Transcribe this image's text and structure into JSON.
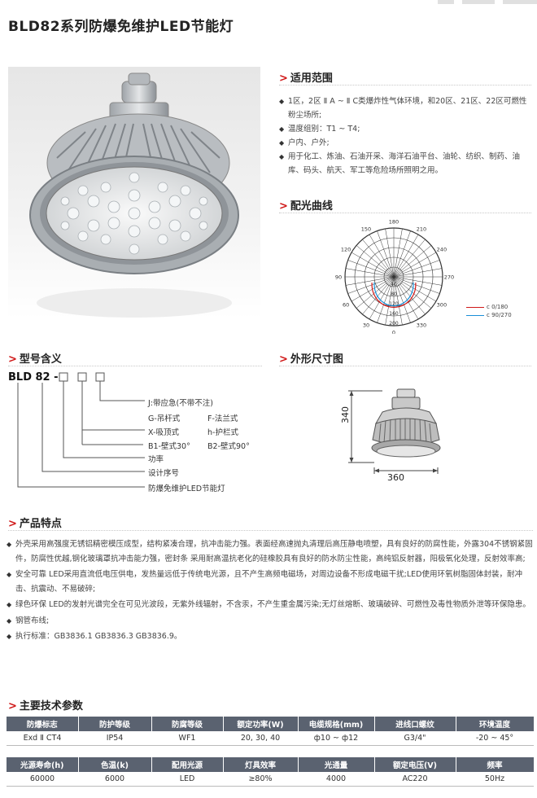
{
  "page_title": "BLD82系列防爆免维护LED节能灯",
  "sections": {
    "application": "适用范围",
    "light_curve": "配光曲线",
    "model_meaning": "型号含义",
    "dimensions": "外形尺寸图",
    "features": "产品特点",
    "parameters": "主要技术参数"
  },
  "application_items": [
    "1区，2区 Ⅱ A ~ Ⅱ C类爆炸性气体环境，和20区、21区、22区可燃性粉尘场所;",
    "温度组别：T1 ~ T4;",
    "户内、户外;",
    "用于化工、炼油、石油开采、海洋石油平台、油轮、纺织、制药、油库、码头、航天、军工等危险场所照明之用。"
  ],
  "light_curve": {
    "angle_labels": [
      "180",
      "210",
      "240",
      "270",
      "300",
      "330",
      "0",
      "30",
      "60",
      "90",
      "120",
      "150"
    ],
    "radial_labels": [
      "40",
      "80",
      "120",
      "160",
      "200"
    ],
    "legend": [
      "c 0/180",
      "c 90/270"
    ],
    "colors": {
      "c0": "#d01818",
      "c90": "#1a8fd8"
    }
  },
  "model": {
    "code": "BLD 82 -",
    "labels": {
      "emergency": "J:带应急(不带不注)",
      "pendant": "G-吊杆式",
      "flange": "F-法兰式",
      "ceiling": "X-吸顶式",
      "guard": "h-护栏式",
      "wall30": "B1-壁式30°",
      "wall90": "B2-壁式90°",
      "power": "功率",
      "design_no": "设计序号",
      "product": "防爆免维护LED节能灯"
    }
  },
  "dimensions": {
    "height": "340",
    "width": "360"
  },
  "features": [
    "外壳采用高强度无锈铝精密模压成型，结构紧凑合理，抗冲击能力强。表面经高速抛丸清理后高压静电喷塑，具有良好的防腐性能，外露304不锈钢紧固件，防腐性优越,钢化玻璃罩抗冲击能力强，密封条 采用耐高温抗老化的硅橡胶具有良好的防水防尘性能，高纯铝反射器，阳极氧化处理，反射效率高;",
    "安全可靠 LED采用直流低电压供电，发热量远低于传统电光源，且不产生高频电磁场，对周边设备不形成电磁干扰;LED使用环氧树脂固体封装，耐冲击、抗震动、不易破碎;",
    "绿色环保 LED的发射光谱完全在可见光波段，无紫外线辐射，不含汞，不产生重金属污染;无灯丝熔断、玻璃破碎、可燃性及毒性物质外泄等环保隐患。",
    "钢管布线;",
    "执行标准：GB3836.1  GB3836.3  GB3836.9。"
  ],
  "table1": {
    "headers": [
      "防爆标志",
      "防护等级",
      "防腐等级",
      "额定功率(W)",
      "电缆规格(mm)",
      "进线口螺纹",
      "环境温度"
    ],
    "row": [
      "Exd Ⅱ CT4",
      "IP54",
      "WF1",
      "20, 30, 40",
      "ф10 ~ ф12",
      "G3/4\"",
      "-20 ~ 45°"
    ]
  },
  "table2": {
    "headers": [
      "光源寿命(h)",
      "色温(k)",
      "配用光源",
      "灯具效率",
      "光通量",
      "额定电压(V)",
      "频率"
    ],
    "row": [
      "60000",
      "6000",
      "LED",
      "≥80%",
      "4000",
      "AC220",
      "50Hz"
    ]
  }
}
